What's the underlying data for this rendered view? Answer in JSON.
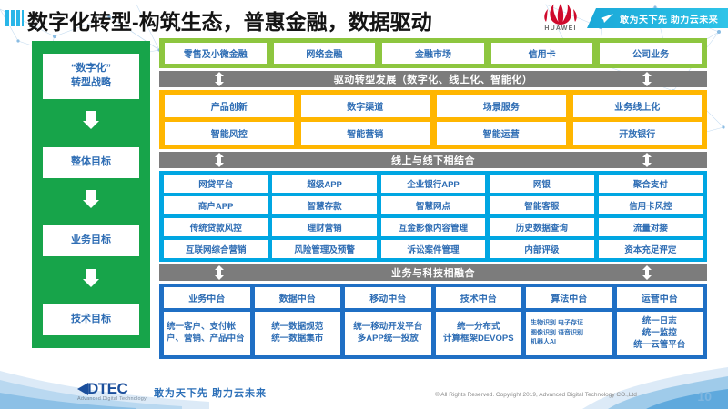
{
  "header": {
    "title": "数字化转型-构筑生态，普惠金融，数据驱动",
    "brand": "HUAWEI",
    "banner_text": "敢为天下先 助力云未来",
    "logo_icon": "huawei-flower-icon",
    "banner_icon": "paper-plane-icon"
  },
  "strategy": {
    "items": [
      {
        "label": "“数字化”\n转型战略"
      },
      {
        "label": "整体目标"
      },
      {
        "label": "业务目标"
      },
      {
        "label": "技术目标"
      }
    ]
  },
  "business_lines": {
    "items": [
      "零售及小微金融",
      "网络金融",
      "金融市场",
      "信用卡",
      "公司业务"
    ]
  },
  "connectors": [
    {
      "label": "驱动转型发展（数字化、线上化、智能化）"
    },
    {
      "label": "线上与线下相结合"
    },
    {
      "label": "业务与科技相融合"
    }
  ],
  "goals": {
    "rows": [
      [
        "产品创新",
        "数字渠道",
        "场景服务",
        "业务线上化"
      ],
      [
        "智能风控",
        "智能营销",
        "智能运营",
        "开放银行"
      ]
    ]
  },
  "applications": {
    "rows": [
      [
        "网贷平台",
        "超级APP",
        "企业银行APP",
        "网银",
        "聚合支付"
      ],
      [
        "商户APP",
        "智慧存款",
        "智慧网点",
        "智能客服",
        "信用卡风控"
      ],
      [
        "传统贷款风控",
        "理财营销",
        "互金影像内容管理",
        "历史数据查询",
        "流量对接"
      ],
      [
        "互联网综合营销",
        "风险管理及预警",
        "诉讼案件管理",
        "内部评级",
        "资本充足评定"
      ]
    ]
  },
  "platforms": {
    "columns": [
      {
        "head": "业务中台",
        "body": "统一客户、支付帐户、营销、产品中台",
        "align": "left"
      },
      {
        "head": "数据中台",
        "body": "统一数据规范\n统一数据集市",
        "align": "center"
      },
      {
        "head": "移动中台",
        "body": "统一移动开发平台\n多APP统一投放",
        "align": "center"
      },
      {
        "head": "技术中台",
        "body": "统一分布式\n计算框架DEVOPS",
        "align": "center"
      },
      {
        "head": "算法中台",
        "body": "生物识别 电子存证\n图像识别 语音识别\n机器人AI",
        "align": "tiny"
      },
      {
        "head": "运营中台",
        "body": "统一日志\n统一监控\n统一云管平台",
        "align": "center"
      }
    ]
  },
  "footer": {
    "logo_text": "DTEC",
    "logo_sub": "Advanced Digital Technology",
    "slogan": "敢为天下先  助力云未来",
    "copyright": "© All Rights Reserved. Copyright 2019, Advanced Digital Technology CO.,Ltd",
    "page_number": "10"
  },
  "colors": {
    "green_band": "#8dc63f",
    "green_sidebar": "#17a44a",
    "orange_band": "#ffb600",
    "cyan_band": "#00a6e2",
    "blue_band": "#1f6fc4",
    "connector_gray": "#7c7c7c",
    "text_blue": "#2e6db4",
    "huawei_red": "#cf0a2c"
  }
}
